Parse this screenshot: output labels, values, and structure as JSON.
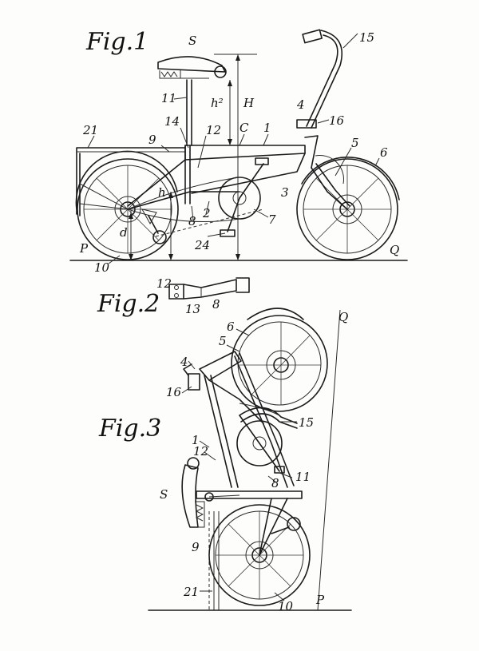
{
  "figures": {
    "fig1": "Fig.1",
    "fig2": "Fig.2",
    "fig3": "Fig.3"
  },
  "labels_fig1": {
    "S": "S",
    "h2": "h²",
    "H": "H",
    "C": "C",
    "one": "1",
    "eleven": "11",
    "fourteen": "14",
    "twelve": "12",
    "nine": "9",
    "twentyone": "21",
    "h": "h",
    "eight": "8",
    "two": "2",
    "d": "d",
    "twentyfour": "24",
    "seven": "7",
    "three": "3",
    "five": "5",
    "six": "6",
    "four": "4",
    "sixteen": "16",
    "fifteen": "15",
    "P": "P",
    "ten": "10",
    "Q": "Q"
  },
  "labels_fig2": {
    "twelve": "12",
    "thirteen": "13",
    "eight": "8"
  },
  "labels_fig3": {
    "Q": "Q",
    "six": "6",
    "five": "5",
    "four": "4",
    "sixteen": "16",
    "fifteen": "15",
    "one": "1",
    "twelve": "12",
    "eight": "8",
    "eleven": "11",
    "S": "S",
    "nine": "9",
    "twentyone": "21",
    "ten": "10",
    "P": "P"
  }
}
